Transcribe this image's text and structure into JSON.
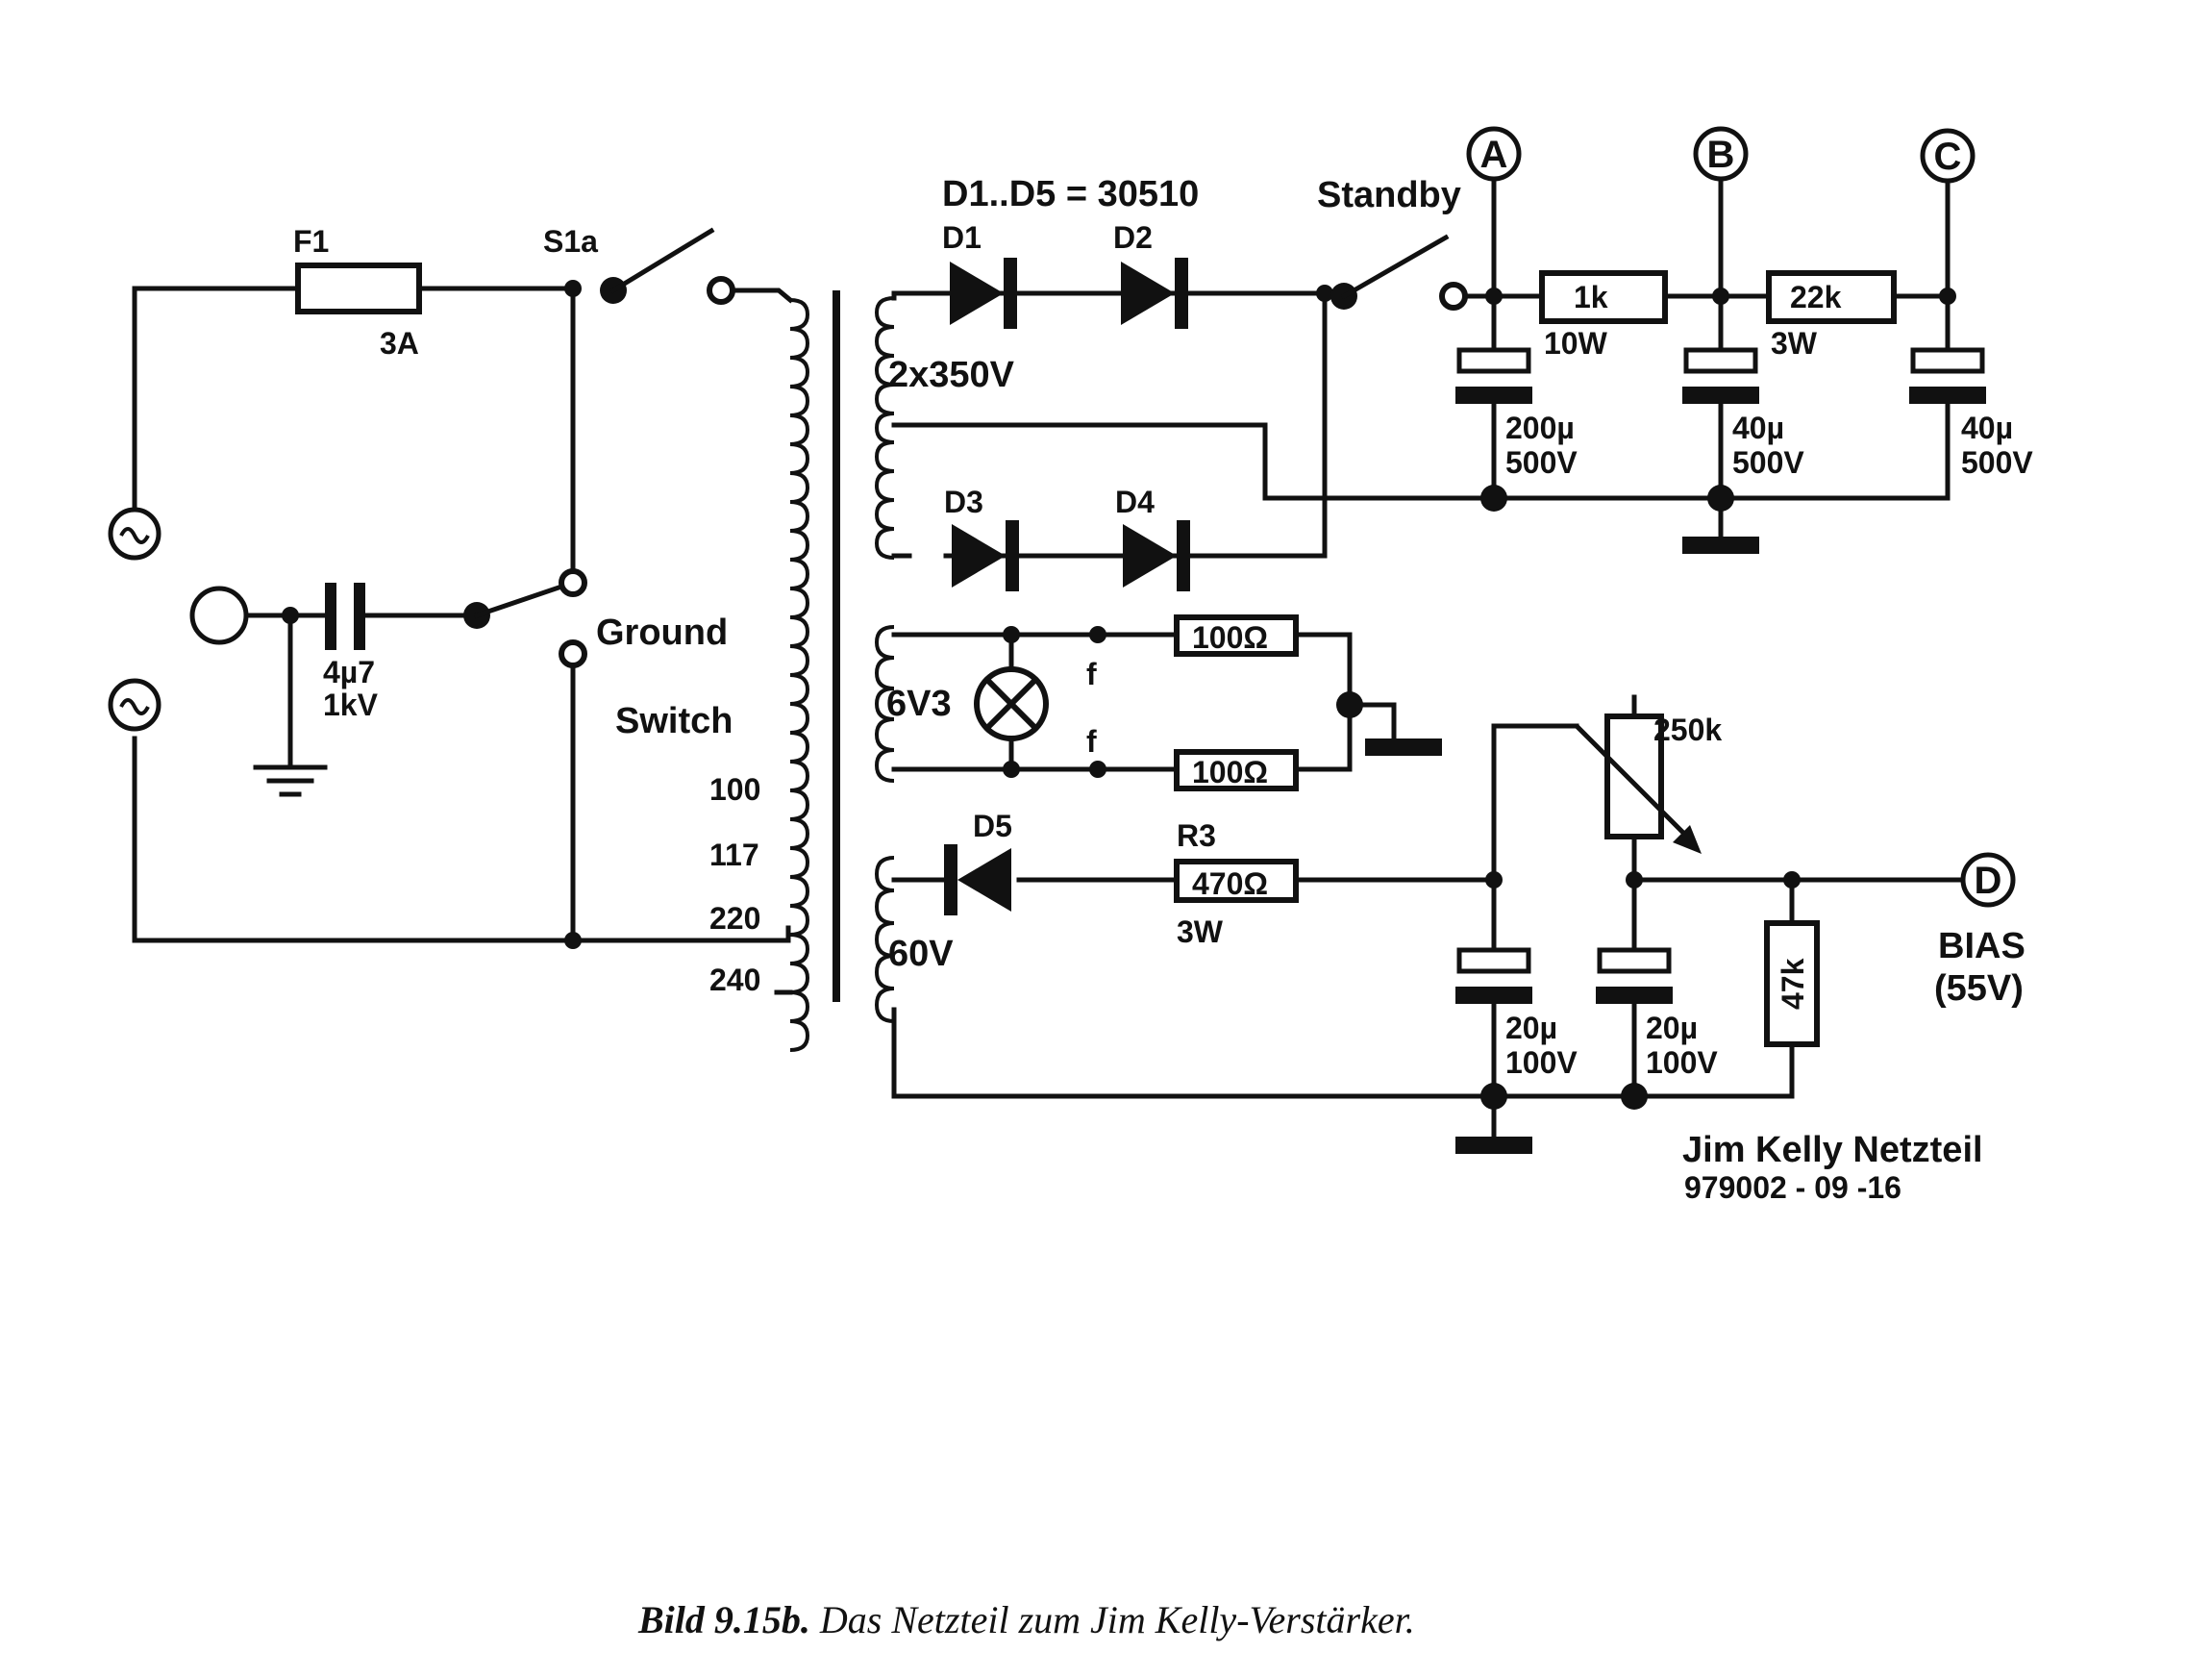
{
  "labels": {
    "f1": "F1",
    "f1_rating": "3A",
    "s1a": "S1a",
    "diode_note": "D1..D5 = 30510",
    "standby": "Standby",
    "d1": "D1",
    "d2": "D2",
    "d3": "D3",
    "d4": "D4",
    "d5": "D5",
    "hv_winding": "2x350V",
    "heater_winding": "6V3",
    "bias_winding": "60V",
    "ground": "Ground",
    "switch": "Switch",
    "tap_100": "100",
    "tap_117": "117",
    "tap_220": "220",
    "tap_240": "240",
    "c_ground_val": "4µ7",
    "c_ground_volt": "1kV",
    "conn_a": "A",
    "conn_b": "B",
    "conn_c": "C",
    "conn_d": "D",
    "r_1k": "1k",
    "r_1k_watt": "10W",
    "r_22k": "22k",
    "r_22k_watt": "3W",
    "ca_val": "200µ",
    "ca_volt": "500V",
    "cb_val": "40µ",
    "cb_volt": "500V",
    "cc_val": "40µ",
    "cc_volt": "500V",
    "f_top": "f",
    "f_bottom": "f",
    "r_100_top": "100Ω",
    "r_100_bottom": "100Ω",
    "pot": "250k",
    "r3": "R3",
    "r3_val": "470Ω",
    "r3_watt": "3W",
    "r_47k": "47k",
    "c_bias1_val": "20µ",
    "c_bias1_volt": "100V",
    "c_bias2_val": "20µ",
    "c_bias2_volt": "100V",
    "bias": "BIAS",
    "bias_volt": "(55V)",
    "title": "Jim Kelly Netzteil",
    "code": "979002 - 09 -16"
  },
  "caption": {
    "bold": "Bild 9.15b.",
    "text": " Das Netzteil zum Jim Kelly-Verstärker."
  }
}
